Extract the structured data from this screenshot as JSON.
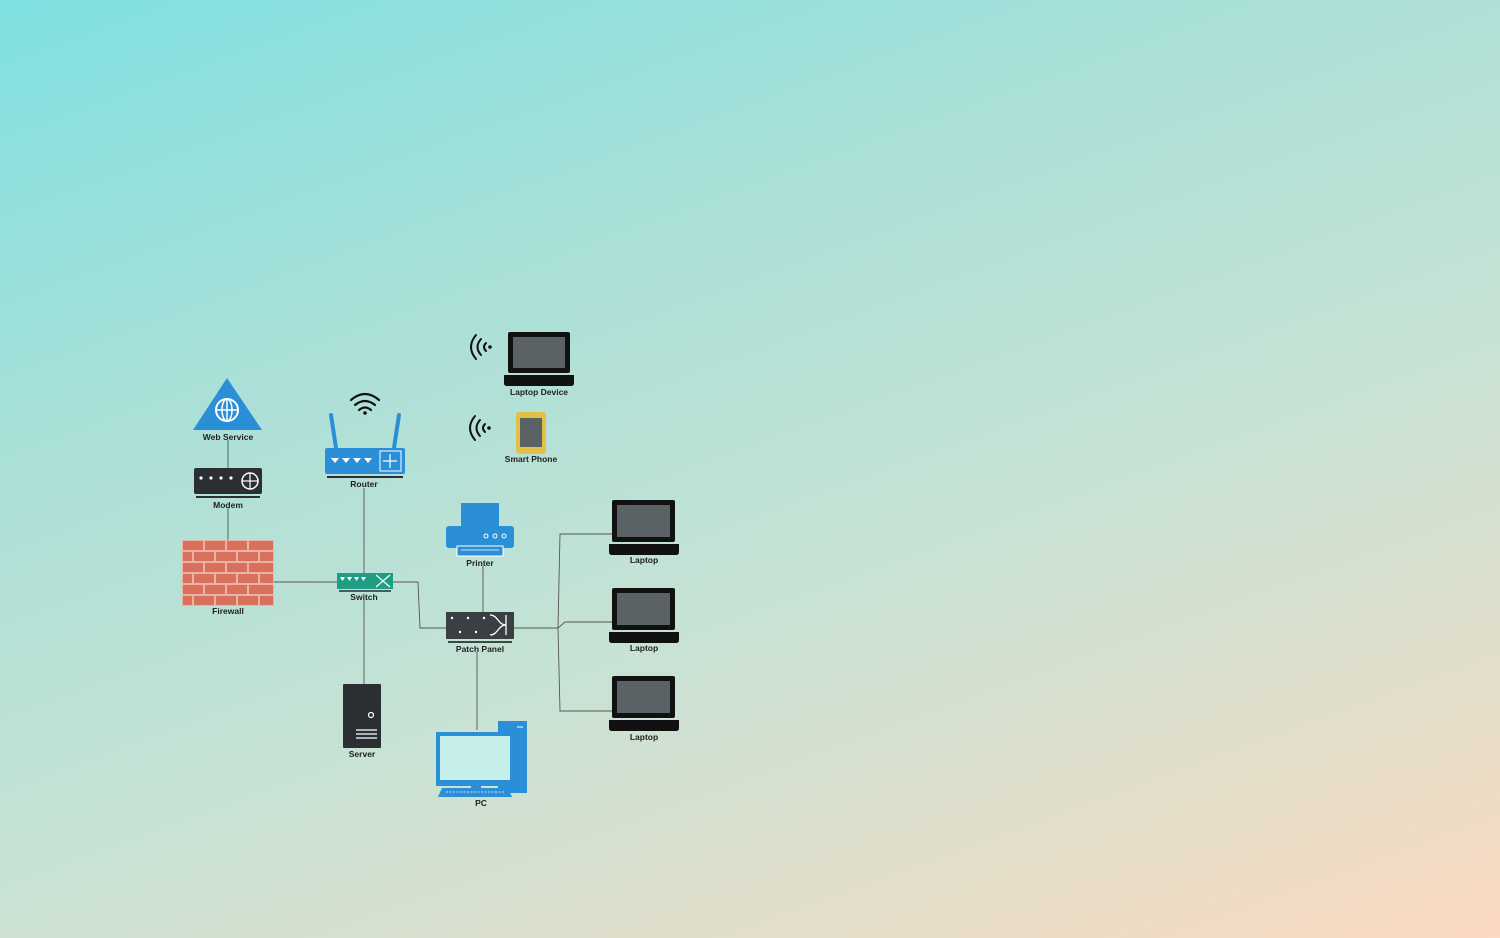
{
  "diagram": {
    "nodes": {
      "web_service": {
        "label": "Web Service",
        "icon": "globe-triangle-icon"
      },
      "modem": {
        "label": "Modem",
        "icon": "modem-icon"
      },
      "firewall": {
        "label": "Firewall",
        "icon": "brick-wall-icon"
      },
      "router": {
        "label": "Router",
        "icon": "wifi-router-icon"
      },
      "switch": {
        "label": "Switch",
        "icon": "network-switch-icon"
      },
      "server": {
        "label": "Server",
        "icon": "server-tower-icon"
      },
      "laptop_device": {
        "label": "Laptop Device",
        "icon": "laptop-icon"
      },
      "smart_phone": {
        "label": "Smart Phone",
        "icon": "smartphone-icon"
      },
      "printer": {
        "label": "Printer",
        "icon": "printer-icon"
      },
      "patch_panel": {
        "label": "Patch Panel",
        "icon": "patch-panel-icon"
      },
      "pc": {
        "label": "PC",
        "icon": "desktop-pc-icon"
      },
      "laptop_1": {
        "label": "Laptop",
        "icon": "laptop-icon"
      },
      "laptop_2": {
        "label": "Laptop",
        "icon": "laptop-icon"
      },
      "laptop_3": {
        "label": "Laptop",
        "icon": "laptop-icon"
      }
    },
    "colors": {
      "blue": "#2a8fd6",
      "dark": "#2b2f33",
      "brick": "#d9705c",
      "switch_green": "#1f9e85",
      "phone_gold": "#e0c04a",
      "screen": "#5a6266",
      "wire": "#555555"
    }
  }
}
